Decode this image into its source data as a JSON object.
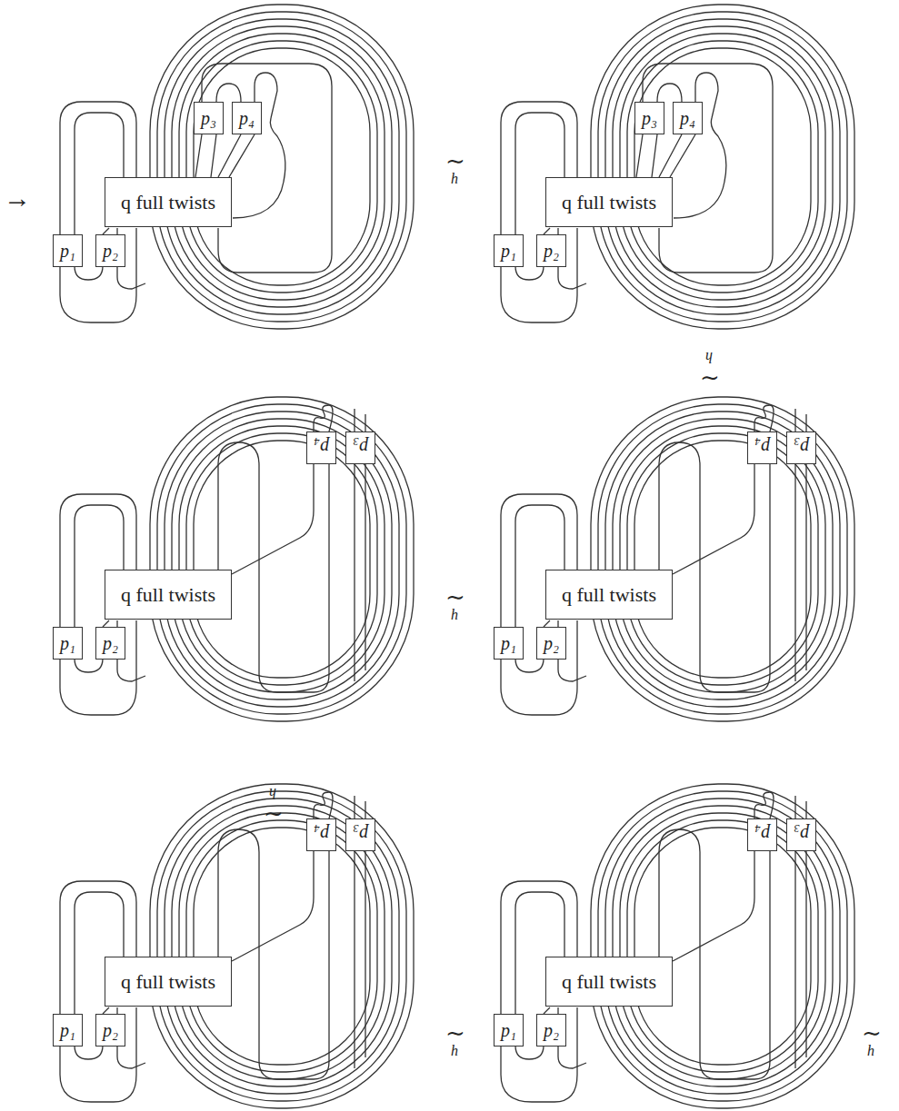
{
  "diagram": {
    "nodes": [
      {
        "text": [
          "p₃"
        ]
      },
      {
        "text": [
          "p₄"
        ]
      },
      {
        "text": [
          "q full twists"
        ]
      },
      {
        "text": [
          "p₁"
        ]
      },
      {
        "text": [
          "p₂"
        ]
      },
      {
        "text": [
          "p₃"
        ]
      },
      {
        "text": [
          "p₄"
        ]
      },
      {
        "text": [
          "q full twists"
        ]
      },
      {
        "text": [
          "p₁"
        ]
      },
      {
        "text": [
          "p₂"
        ]
      },
      {
        "text": [
          "p₄"
        ]
      },
      {
        "text": [
          "p₃"
        ]
      },
      {
        "text": [
          "q full twists"
        ]
      },
      {
        "text": [
          "p₁"
        ]
      },
      {
        "text": [
          "p₂"
        ]
      },
      {
        "text": [
          "p₄"
        ]
      },
      {
        "text": [
          "p₃"
        ]
      },
      {
        "text": [
          "q full twists"
        ]
      },
      {
        "text": [
          "p₁"
        ]
      },
      {
        "text": [
          "p₂"
        ]
      },
      {
        "text": [
          "p₄"
        ]
      },
      {
        "text": [
          "p₃"
        ]
      },
      {
        "text": [
          "q full twists"
        ]
      },
      {
        "text": [
          "p₁"
        ]
      },
      {
        "text": [
          "p₂"
        ]
      },
      {
        "text": [
          "p₄"
        ]
      },
      {
        "text": [
          "p₃"
        ]
      },
      {
        "text": [
          "q full twists"
        ]
      },
      {
        "text": [
          "p₁"
        ]
      },
      {
        "text": [
          "p₂"
        ]
      }
    ],
    "labels": [
      "→",
      "∼",
      "h",
      "∼",
      "h",
      "∼",
      "h",
      "∼",
      "h",
      "∼",
      "h",
      "∼",
      "h"
    ]
  }
}
